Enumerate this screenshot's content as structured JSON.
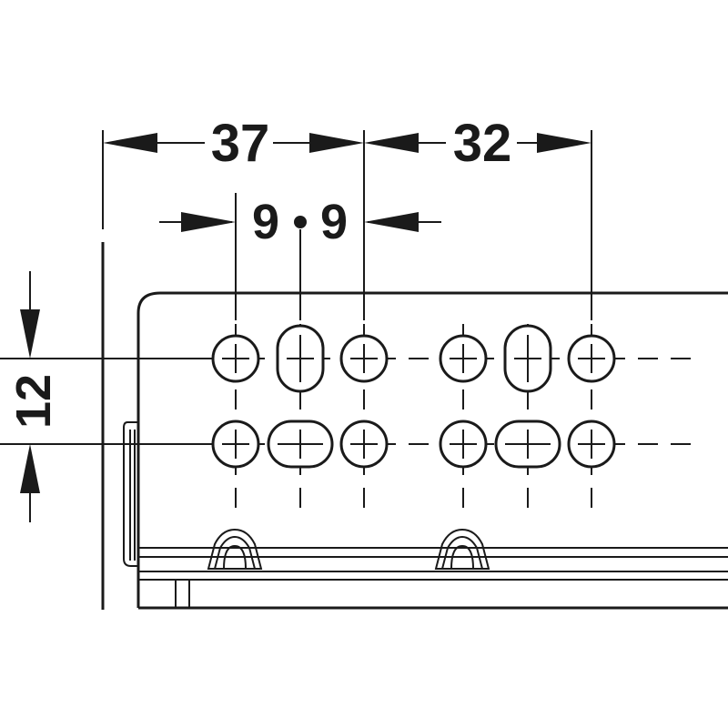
{
  "dimensions": {
    "d37": "37",
    "d32": "32",
    "d9_left": "9",
    "d9_right": "9",
    "d12": "12"
  },
  "colors": {
    "line": "#1a1a1a",
    "background": "#ffffff"
  }
}
